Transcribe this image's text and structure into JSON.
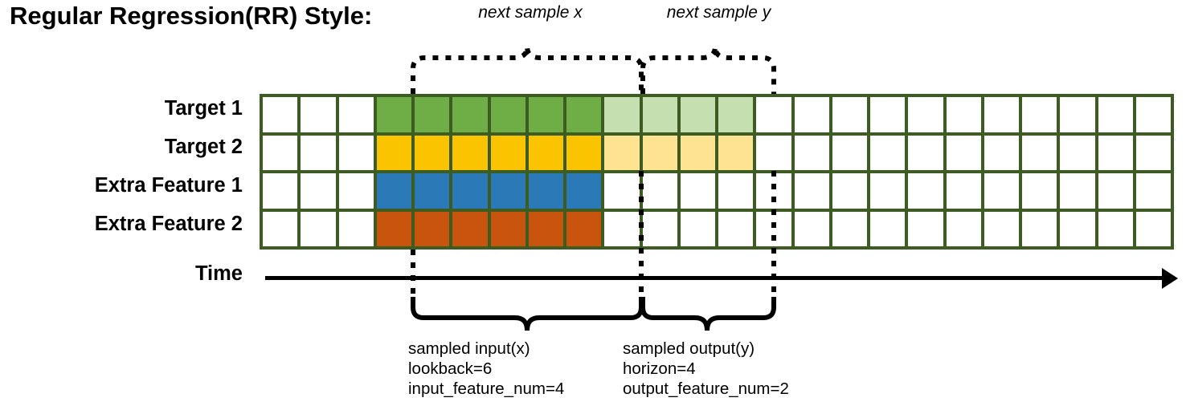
{
  "title": "Regular Regression(RR) Style:",
  "rows": [
    {
      "label": "Target 1",
      "name": "target-1"
    },
    {
      "label": "Target 2",
      "name": "target-2"
    },
    {
      "label": "Extra Feature 1",
      "name": "extra-feature-1"
    },
    {
      "label": "Extra Feature 2",
      "name": "extra-feature-2"
    }
  ],
  "axis": {
    "label": "Time"
  },
  "grid": {
    "columns": 24,
    "leading_blank": 3,
    "input_span": 6,
    "output_span": 4,
    "trailing_blank": 11,
    "cells": [
      [
        "white",
        "white",
        "white",
        "green",
        "green",
        "green",
        "green",
        "green",
        "green",
        "green-lt",
        "green-lt",
        "green-lt",
        "green-lt",
        "white",
        "white",
        "white",
        "white",
        "white",
        "white",
        "white",
        "white",
        "white",
        "white",
        "white"
      ],
      [
        "white",
        "white",
        "white",
        "yellow",
        "yellow",
        "yellow",
        "yellow",
        "yellow",
        "yellow",
        "yellow-lt",
        "yellow-lt",
        "yellow-lt",
        "yellow-lt",
        "white",
        "white",
        "white",
        "white",
        "white",
        "white",
        "white",
        "white",
        "white",
        "white",
        "white"
      ],
      [
        "white",
        "white",
        "white",
        "blue",
        "blue",
        "blue",
        "blue",
        "blue",
        "blue",
        "white",
        "white",
        "white",
        "white",
        "white",
        "white",
        "white",
        "white",
        "white",
        "white",
        "white",
        "white",
        "white",
        "white",
        "white"
      ],
      [
        "white",
        "white",
        "white",
        "orange",
        "orange",
        "orange",
        "orange",
        "orange",
        "orange",
        "white",
        "white",
        "white",
        "white",
        "white",
        "white",
        "white",
        "white",
        "white",
        "white",
        "white",
        "white",
        "white",
        "white",
        "white"
      ]
    ]
  },
  "top_braces": [
    {
      "caption": "next sample x",
      "name": "next-sample-x"
    },
    {
      "caption": "next sample y",
      "name": "next-sample-y"
    }
  ],
  "bottom_notes": {
    "left": {
      "line1": "sampled input(x)",
      "line2": "lookback=6",
      "line3": "input_feature_num=4"
    },
    "right": {
      "line1": "sampled output(y)",
      "line2": "horizon=4",
      "line3": "output_feature_num=2"
    }
  },
  "colors": {
    "grid_border": "#3C5C22",
    "green": "#6FAD46",
    "green_light": "#C6DFB1",
    "yellow": "#FBC400",
    "yellow_light": "#FEE492",
    "blue": "#2C79B8",
    "orange": "#C8540E",
    "ink": "#000000",
    "background": "#FFFFFF"
  }
}
